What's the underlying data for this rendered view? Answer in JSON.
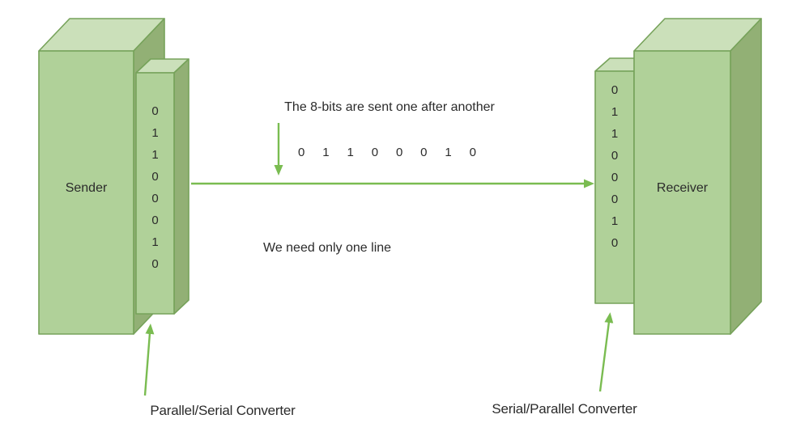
{
  "colors": {
    "front": "#b0d199",
    "top": "#cbe0ba",
    "side": "#92b075",
    "stroke": "#76a25a",
    "arrow": "#7abc51",
    "text": "#2b2b2b"
  },
  "sender": {
    "label": "Sender",
    "converter_bits": [
      "0",
      "1",
      "1",
      "0",
      "0",
      "0",
      "1",
      "0"
    ]
  },
  "receiver": {
    "label": "Receiver",
    "converter_bits": [
      "0",
      "1",
      "1",
      "0",
      "0",
      "0",
      "1",
      "0"
    ]
  },
  "channel": {
    "caption": "The 8-bits are sent one after another",
    "serial_bits": [
      "0",
      "1",
      "1",
      "0",
      "0",
      "0",
      "1",
      "0"
    ],
    "note": "We need only one line"
  },
  "annotations": {
    "left_converter": "Parallel/Serial Converter",
    "right_converter": "Serial/Parallel Converter"
  }
}
